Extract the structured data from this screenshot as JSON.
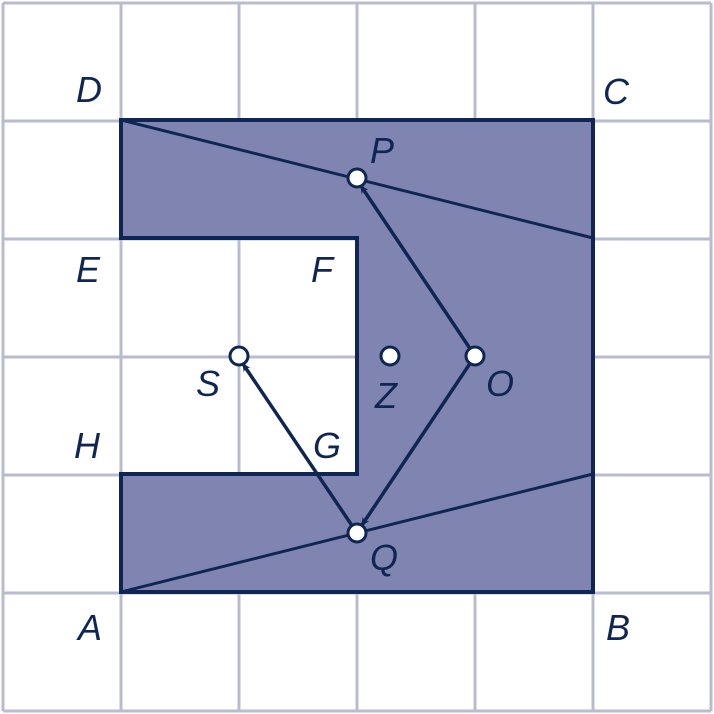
{
  "colors": {
    "grid": "#b9bbd2",
    "shape_fill": "#7f85b0",
    "ink": "#0f2553",
    "point_fill": "#ffffff"
  },
  "labels": {
    "A": "A",
    "B": "B",
    "C": "C",
    "D": "D",
    "E": "E",
    "F": "F",
    "G": "G",
    "H": "H",
    "P": "P",
    "Q": "Q",
    "S": "S",
    "O": "O",
    "Z": "Z"
  }
}
